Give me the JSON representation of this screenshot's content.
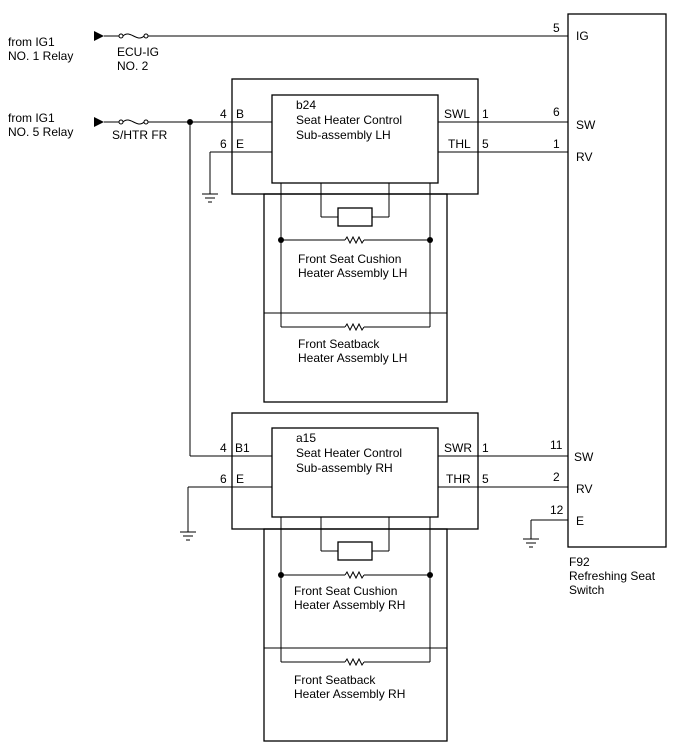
{
  "sources": {
    "ig1_relay1": {
      "line1": "from IG1",
      "line2": "NO. 1 Relay"
    },
    "ig1_relay5": {
      "line1": "from IG1",
      "line2": "NO. 5 Relay"
    }
  },
  "fuses": {
    "ecu_ig": {
      "line1": "ECU-IG",
      "line2": "NO. 2"
    },
    "shtr": {
      "label": "S/HTR FR"
    }
  },
  "switch": {
    "code": "F92",
    "name_line1": "Refreshing Seat",
    "name_line2": "Switch",
    "pins": [
      {
        "num": "5",
        "label": "IG"
      },
      {
        "num": "6",
        "label": "SW"
      },
      {
        "num": "1",
        "label": "RV"
      },
      {
        "num": "11",
        "label": "SW"
      },
      {
        "num": "2",
        "label": "RV"
      },
      {
        "num": "12",
        "label": "E"
      }
    ]
  },
  "controllers": [
    {
      "code": "b24",
      "name_line1": "Seat Heater Control",
      "name_line2": "Sub-assembly LH",
      "left_pins": [
        {
          "num": "4",
          "label": "B"
        },
        {
          "num": "6",
          "label": "E"
        }
      ],
      "right_pins": [
        {
          "num": "1",
          "label": "SWL"
        },
        {
          "num": "5",
          "label": "THL"
        }
      ],
      "cushion": {
        "line1": "Front Seat Cushion",
        "line2": "Heater Assembly LH"
      },
      "seatback": {
        "line1": "Front Seatback",
        "line2": "Heater Assembly LH"
      }
    },
    {
      "code": "a15",
      "name_line1": "Seat Heater Control",
      "name_line2": "Sub-assembly RH",
      "left_pins": [
        {
          "num": "4",
          "label": "B1"
        },
        {
          "num": "6",
          "label": "E"
        }
      ],
      "right_pins": [
        {
          "num": "1",
          "label": "SWR"
        },
        {
          "num": "5",
          "label": "THR"
        }
      ],
      "cushion": {
        "line1": "Front Seat Cushion",
        "line2": "Heater Assembly RH"
      },
      "seatback": {
        "line1": "Front Seatback",
        "line2": "Heater Assembly RH"
      }
    }
  ]
}
